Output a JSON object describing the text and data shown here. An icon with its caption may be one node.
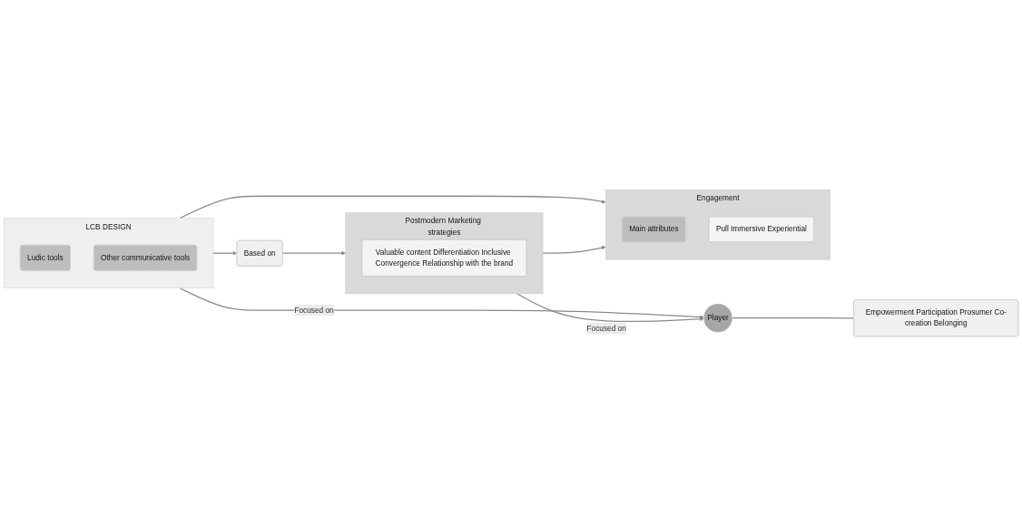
{
  "diagram": {
    "nodes": [
      {
        "text": [
          "LCB DESIGN"
        ]
      },
      {
        "text": [
          "Ludic tools"
        ],
        "in": 0
      },
      {
        "text": [
          "Other communicative tools"
        ],
        "in": 0
      },
      {
        "text": [
          "Based on"
        ]
      },
      {
        "text": [
          "Postmodern Marketing strategies"
        ]
      },
      {
        "text": [
          "Valuable content Differentiation Inclusive Convergence Relationship with the brand"
        ],
        "in": 4
      },
      {
        "text": [
          "Player"
        ]
      },
      {
        "text": [
          "Empowerment Participation Prosumer Co-creation Belonging"
        ]
      },
      {
        "text": [
          "Engagement"
        ]
      },
      {
        "text": [
          "Main attributes"
        ],
        "in": 8
      },
      {
        "text": [
          "Pull Immersive Experiential"
        ],
        "in": 8
      }
    ],
    "edges": [
      {
        "from": 0,
        "to": 3,
        "arrow": "to"
      },
      {
        "from": 3,
        "to": 4,
        "arrow": "to"
      },
      {
        "from": 0,
        "to": 6,
        "arrow": "to",
        "label": "Focused on"
      },
      {
        "from": 4,
        "to": 6,
        "arrow": "to",
        "label": "Focused on"
      },
      {
        "from": 6,
        "to": 7,
        "arrow": "none"
      },
      {
        "from": 0,
        "to": 8,
        "arrow": "to"
      },
      {
        "from": 4,
        "to": 8,
        "arrow": "to"
      }
    ]
  }
}
